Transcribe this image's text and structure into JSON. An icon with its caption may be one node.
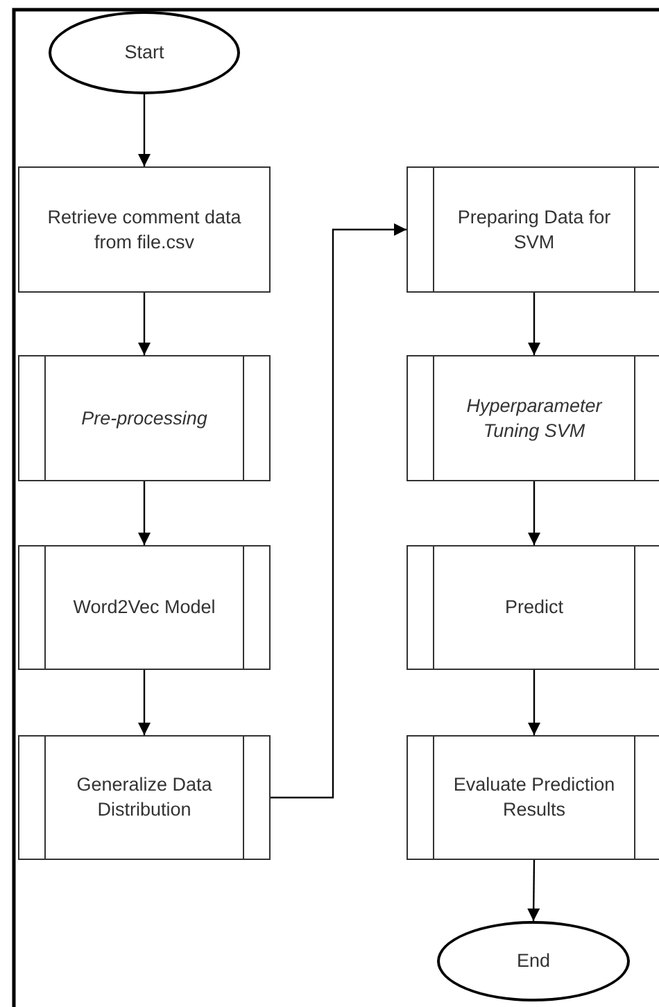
{
  "diagram": {
    "nodes": [
      {
        "text": [
          "Start"
        ]
      },
      {
        "text": [
          "Retrieve comment data from file.csv"
        ]
      },
      {
        "text": [
          "Pre-processing"
        ]
      },
      {
        "text": [
          "Word2Vec Model"
        ]
      },
      {
        "text": [
          "Generalize Data Distribution"
        ]
      },
      {
        "text": [
          "Preparing Data for SVM"
        ]
      },
      {
        "text": [
          "Hyperparameter Tuning SVM"
        ]
      },
      {
        "text": [
          "Predict"
        ]
      },
      {
        "text": [
          "Evaluate Prediction Results"
        ]
      },
      {
        "text": [
          "End"
        ]
      }
    ],
    "edges": [
      {
        "from": 0,
        "to": 1,
        "arrow": "to"
      },
      {
        "from": 1,
        "to": 2,
        "arrow": "to"
      },
      {
        "from": 2,
        "to": 3,
        "arrow": "to"
      },
      {
        "from": 3,
        "to": 4,
        "arrow": "to"
      },
      {
        "from": 4,
        "to": 5,
        "arrow": "to"
      },
      {
        "from": 5,
        "to": 6,
        "arrow": "to"
      },
      {
        "from": 6,
        "to": 7,
        "arrow": "to"
      },
      {
        "from": 7,
        "to": 8,
        "arrow": "to"
      },
      {
        "from": 8,
        "to": 9,
        "arrow": "to"
      }
    ]
  }
}
